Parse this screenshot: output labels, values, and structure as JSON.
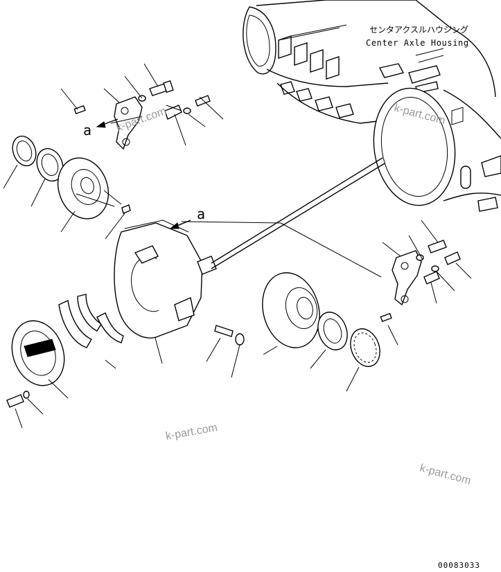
{
  "title_jp": "センタアクスルハウジング",
  "title_en": "Center Axle Housing",
  "ref_label_1": "a",
  "ref_label_2": "a",
  "watermark_1": "k-part.com",
  "watermark_2": "k-part.com",
  "watermark_3": "k-part.com",
  "watermark_4": "k-part.com",
  "drawing_number": "00083033"
}
